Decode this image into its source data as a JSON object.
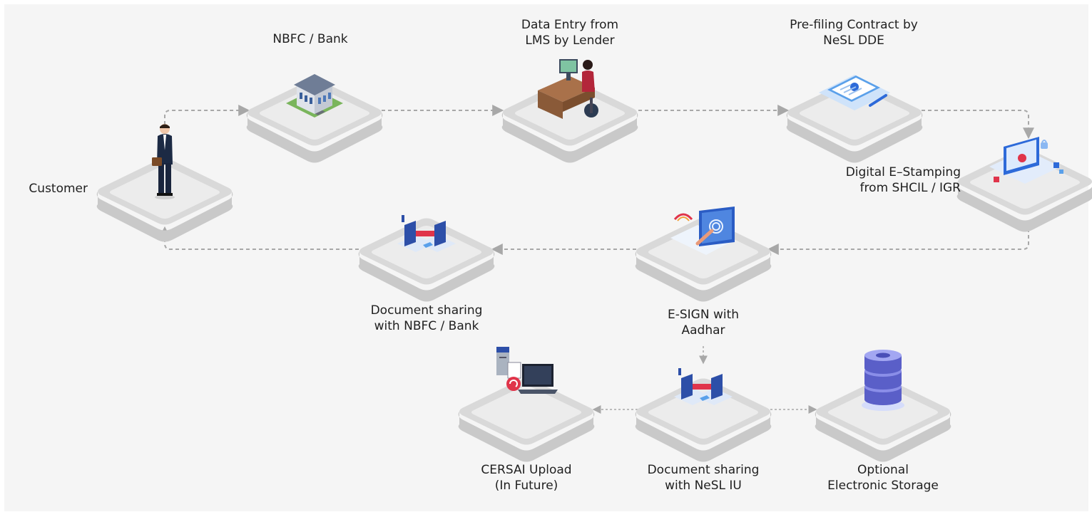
{
  "colors": {
    "background": "#f5f5f5",
    "plate_top": "#ececec",
    "plate_side": "#c9c9c9",
    "connector": "#a8a8a8",
    "accent_blue": "#2d6ad9",
    "accent_red": "#e0344a"
  },
  "nodes": [
    {
      "key": "customer",
      "label": "Customer",
      "icon": "businessman-icon"
    },
    {
      "key": "bank",
      "label": "NBFC / Bank",
      "icon": "bank-building-icon"
    },
    {
      "key": "data_entry",
      "label": "Data Entry from\nLMS by Lender",
      "icon": "desk-worker-icon"
    },
    {
      "key": "prefiling",
      "label": "Pre-filing Contract by\nNeSL DDE",
      "icon": "contract-document-icon"
    },
    {
      "key": "estamping",
      "label": "Digital E–Stamping\nfrom SHCIL / IGR",
      "icon": "secure-dashboard-icon"
    },
    {
      "key": "esign",
      "label": "E-SIGN with\nAadhar",
      "icon": "fingerprint-sign-icon"
    },
    {
      "key": "share_bank",
      "label": "Document sharing\nwith NBFC / Bank",
      "icon": "document-transfer-icon"
    },
    {
      "key": "share_nesl",
      "label": "Document sharing\nwith NeSL IU",
      "icon": "document-transfer-icon"
    },
    {
      "key": "cersai",
      "label": "CERSAI Upload\n(In Future)",
      "icon": "server-laptop-upload-icon"
    },
    {
      "key": "storage",
      "label": "Optional\nElectronic Storage",
      "icon": "database-stack-icon"
    }
  ],
  "edges": [
    {
      "from": "customer",
      "to": "bank"
    },
    {
      "from": "bank",
      "to": "data_entry"
    },
    {
      "from": "data_entry",
      "to": "prefiling"
    },
    {
      "from": "prefiling",
      "to": "estamping"
    },
    {
      "from": "estamping",
      "to": "esign"
    },
    {
      "from": "esign",
      "to": "share_bank"
    },
    {
      "from": "share_bank",
      "to": "customer"
    },
    {
      "from": "esign",
      "to": "share_nesl"
    },
    {
      "from": "share_nesl",
      "to": "cersai"
    },
    {
      "from": "share_nesl",
      "to": "storage"
    }
  ]
}
